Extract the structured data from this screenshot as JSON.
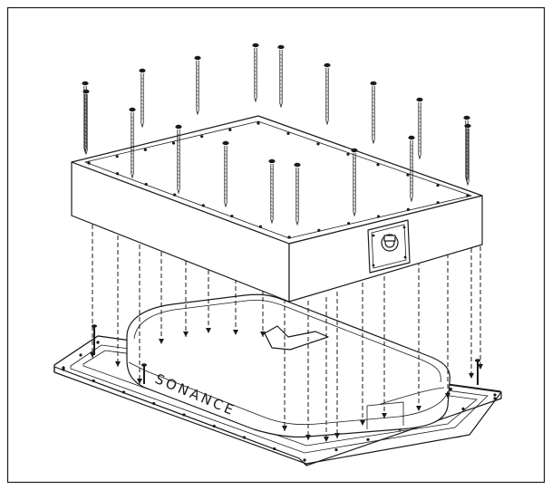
{
  "figure": {
    "brand_text": "SONANCE",
    "screw_icon": "screw-icon",
    "cable_gland_icon": "cable-gland-icon",
    "arrow_icon": "arrow-mark-icon",
    "line_color": "#1a1a1a",
    "background_color": "#ffffff",
    "screw_count": 21,
    "guide_line_count": 18
  }
}
